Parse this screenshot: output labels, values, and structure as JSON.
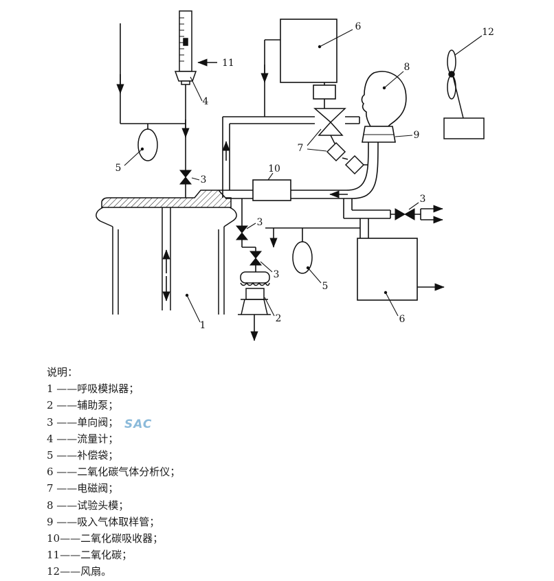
{
  "legend": {
    "title": "说明：",
    "items": [
      "1 ——呼吸模拟器；",
      "2 ——辅助泵；",
      "3 ——单向阀；",
      "4 ——流量计；",
      "5 ——补偿袋；",
      "6 ——二氧化碳气体分析仪；",
      "7 ——电磁阀；",
      "8 ——试验头模；",
      "9 ——吸入气体取样管；",
      "10——二氧化碳吸收器；",
      "11——二氧化碳；",
      "12——风扇。"
    ]
  },
  "diagram": {
    "callouts": {
      "n1": "1",
      "n2": "2",
      "n3": "3",
      "n4": "4",
      "n5": "5",
      "n6": "6",
      "n7": "7",
      "n8": "8",
      "n9": "9",
      "n10": "10",
      "n11": "11",
      "n12": "12"
    }
  },
  "watermark": {
    "text": "SAC"
  },
  "colors": {
    "line": "#111111",
    "watermark": "#7fb3d6"
  }
}
